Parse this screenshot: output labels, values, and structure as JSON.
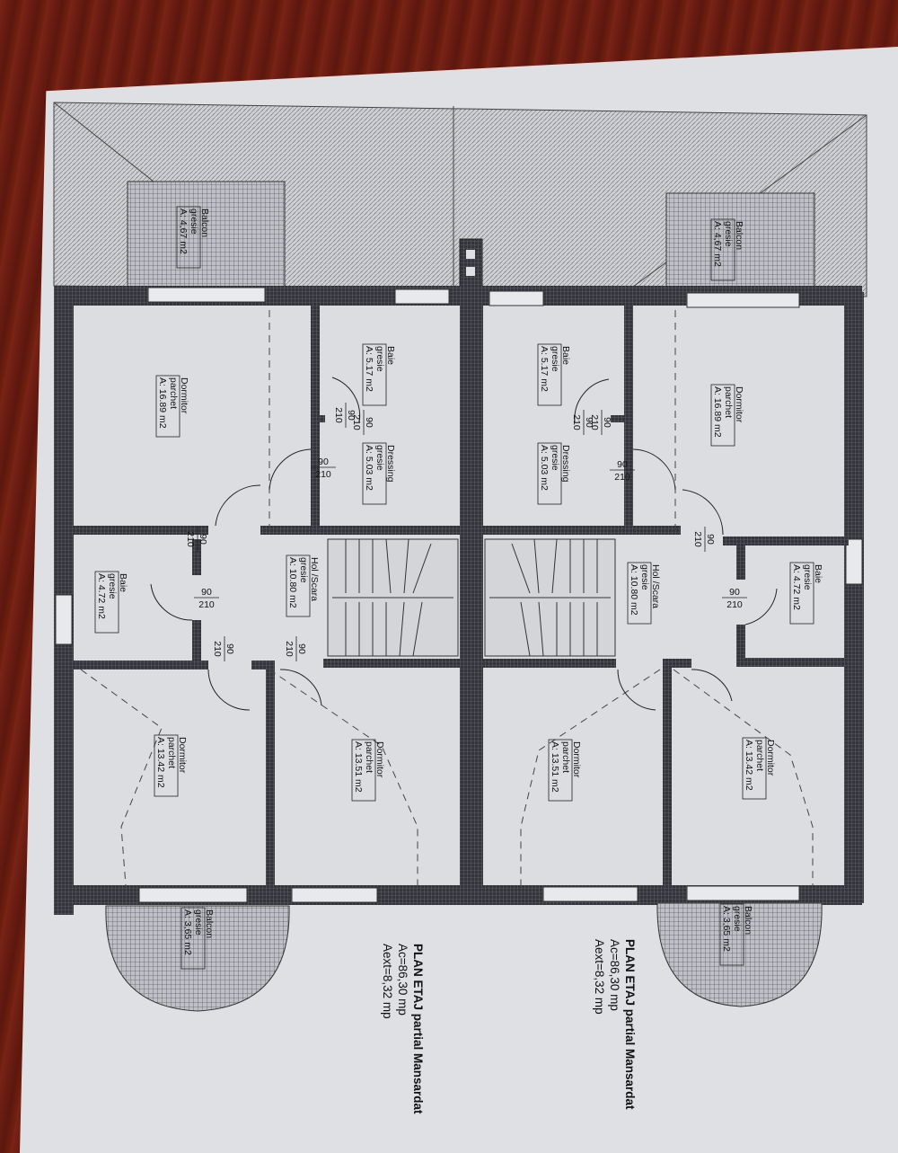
{
  "colors": {
    "paper": "#dfe0e4",
    "wall": "#3a3b40",
    "table": "#6e1e14"
  },
  "rooms": [
    {
      "name": "Balcon",
      "floor": "gresie",
      "area": "A: 4,67 m2"
    },
    {
      "name": "Balcon",
      "floor": "gresie",
      "area": "A: 4,67 m2"
    },
    {
      "name": "Dormitor",
      "floor": "parchet",
      "area": "A: 16.89 m2"
    },
    {
      "name": "Baie",
      "floor": "gresie",
      "area": "A: 5.17 m2"
    },
    {
      "name": "Baie",
      "floor": "gresie",
      "area": "A: 5.17 m2"
    },
    {
      "name": "Dormitor",
      "floor": "parchet",
      "area": "A: 16.89 m2"
    },
    {
      "name": "Dressing",
      "floor": "gresie",
      "area": "A: 5.03 m2"
    },
    {
      "name": "Dressing",
      "floor": "gresie",
      "area": "A: 5.03 m2"
    },
    {
      "name": "Baie",
      "floor": "gresie",
      "area": "A: 4.72 m2"
    },
    {
      "name": "Hol /Scara",
      "floor": "gresie",
      "area": "A: 10.80 m2"
    },
    {
      "name": "Hol /Scara",
      "floor": "gresie",
      "area": "A: 10.80 m2"
    },
    {
      "name": "Baie",
      "floor": "gresie",
      "area": "A: 4.72 m2"
    },
    {
      "name": "Dormitor",
      "floor": "parchet",
      "area": "A: 13.42 m2"
    },
    {
      "name": "Dormitor",
      "floor": "parchet",
      "area": "A: 13.51 m2"
    },
    {
      "name": "Dormitor",
      "floor": "parchet",
      "area": "A: 13.51 m2"
    },
    {
      "name": "Dormitor",
      "floor": "parchet",
      "area": "A: 13.42 m2"
    },
    {
      "name": "Balcon",
      "floor": "gresie",
      "area": "A: 3,65 m2"
    },
    {
      "name": "Balcon",
      "floor": "gresie",
      "area": "A: 3,65 m2"
    }
  ],
  "doors": [
    {
      "w": "90",
      "h": "210"
    },
    {
      "w": "90",
      "h": "210"
    },
    {
      "w": "90",
      "h": "210"
    },
    {
      "w": "90",
      "h": "210"
    },
    {
      "w": "90",
      "h": "210"
    },
    {
      "w": "90",
      "h": "210"
    },
    {
      "w": "90",
      "h": "210"
    },
    {
      "w": "90",
      "h": "210"
    },
    {
      "w": "90",
      "h": "210"
    },
    {
      "w": "90",
      "h": "210"
    },
    {
      "w": "90",
      "h": "210"
    },
    {
      "w": "90",
      "h": "210"
    }
  ],
  "captions": [
    {
      "title": "PLAN ETAJ partial Mansardat",
      "line1": "Ac=86,30 mp",
      "line2": "Aext=8,32 mp"
    },
    {
      "title": "PLAN ETAJ partial Mansardat",
      "line1": "Ac=86,30 mp",
      "line2": "Aext=8,32 mp"
    }
  ]
}
